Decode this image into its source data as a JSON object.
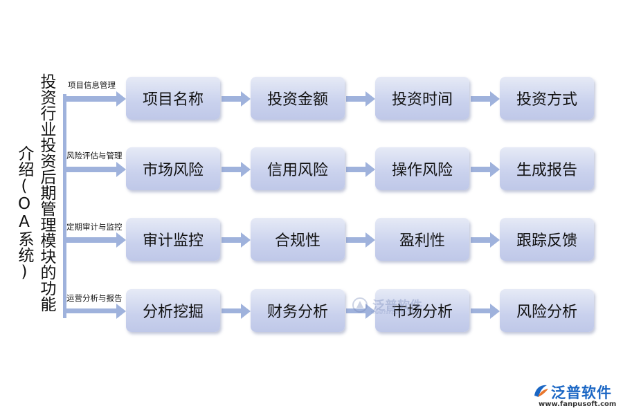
{
  "title": {
    "line1": "投资行业投资后期管理模块的功能",
    "line2": "介绍(OA系统)"
  },
  "rows": [
    {
      "category": "项目信息管理",
      "steps": [
        "项目名称",
        "投资金额",
        "投资时间",
        "投资方式"
      ]
    },
    {
      "category": "风险评估与管理",
      "steps": [
        "市场风险",
        "信用风险",
        "操作风险",
        "生成报告"
      ]
    },
    {
      "category": "定期审计与监控",
      "steps": [
        "审计监控",
        "合规性",
        "盈利性",
        "跟踪反馈"
      ]
    },
    {
      "category": "运营分析与报告",
      "steps": [
        "分析挖掘",
        "财务分析",
        "市场分析",
        "风险分析"
      ]
    }
  ],
  "watermark": {
    "text": "泛普软件",
    "sub": "www.fanpusoft.com"
  },
  "brand": {
    "name": "泛普软件",
    "url": "www.fanpusoft.com"
  },
  "colors": {
    "arrow": "#9fb2dc",
    "box_top": "#e6eaf6",
    "box_bottom": "#bfc8e8",
    "brand": "#1a66c4"
  }
}
